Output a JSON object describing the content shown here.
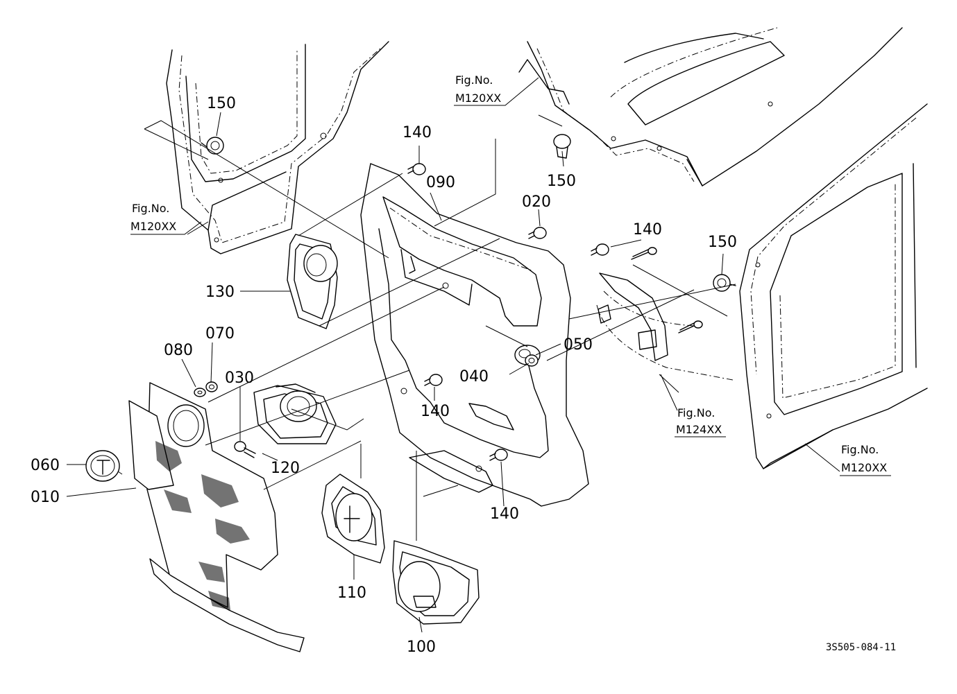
{
  "callouts": {
    "p010": "010",
    "p020": "020",
    "p030": "030",
    "p040": "040",
    "p050": "050",
    "p060": "060",
    "p070": "070",
    "p080": "080",
    "p090": "090",
    "p100": "100",
    "p110": "110",
    "p120": "120",
    "p130": "130",
    "p140a": "140",
    "p140b": "140",
    "p140c": "140",
    "p140d": "140",
    "p150a": "150",
    "p150b": "150",
    "p150c": "150"
  },
  "figure_refs": {
    "left_label": "Fig.No.",
    "left_code": "M120XX",
    "top_label": "Fig.No.",
    "top_code": "M120XX",
    "mid_label": "Fig.No.",
    "mid_code": "M124XX",
    "right_label": "Fig.No.",
    "right_code": "M120XX"
  },
  "drawing_code": "3S505-084-11"
}
